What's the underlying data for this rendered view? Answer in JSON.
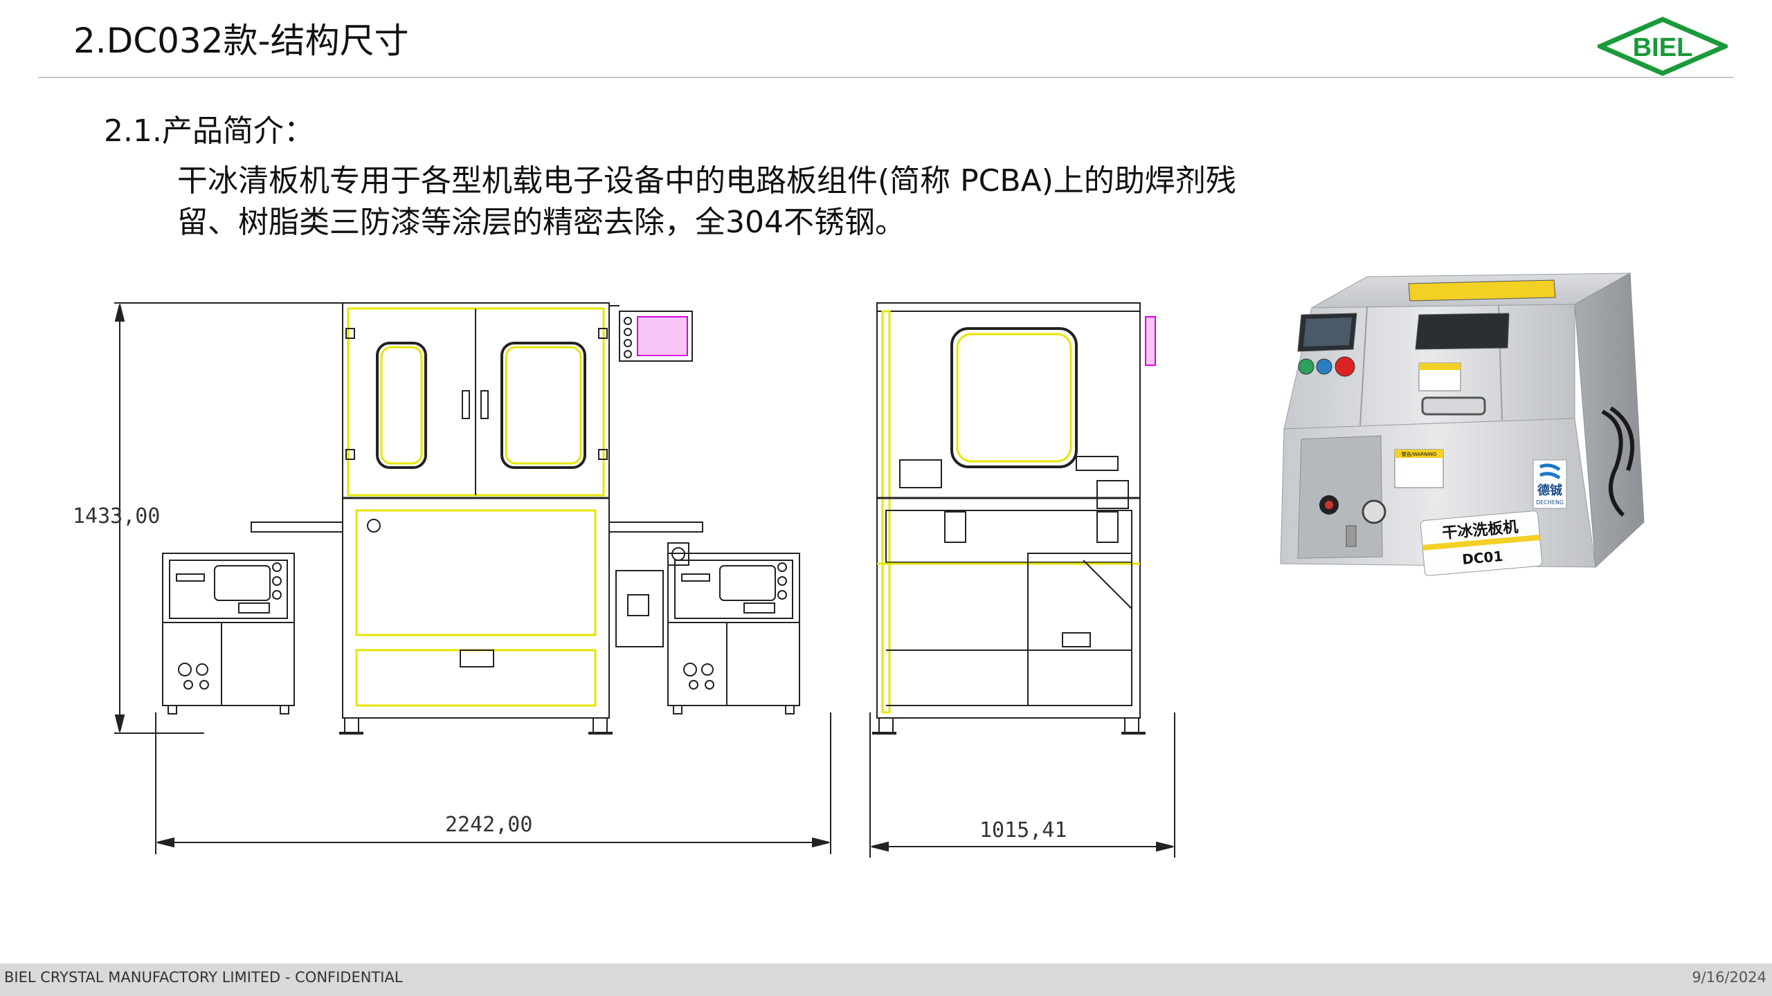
{
  "header": {
    "title": "2.DC032款-结构尺寸",
    "logo_text": "BIEL",
    "logo_color": "#1a9a3a"
  },
  "section": {
    "heading": "2.1.产品简介：",
    "description_line1": "干冰清板机专用于各型机载电子设备中的电路板组件(简称 PCBA)上的助焊剂残",
    "description_line2": "留、树脂类三防漆等涂层的精密去除，全304不锈钢。"
  },
  "drawing": {
    "height_dim": "1433,00",
    "width_dim": "2242,00",
    "depth_dim": "1015,41",
    "line_color": "#222222",
    "highlight_color": "#e6e600",
    "accent_color": "#d800d8"
  },
  "photo": {
    "machine_label": "干冰洗板机",
    "model": "DC01",
    "brand_cn": "德铖",
    "brand_en": "DECHENG",
    "warning_label": "警告/WARNING"
  },
  "footer": {
    "left": "BIEL CRYSTAL MANUFACTORY LIMITED - CONFIDENTIAL",
    "right": "9/16/2024"
  }
}
